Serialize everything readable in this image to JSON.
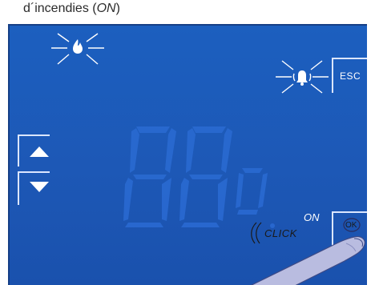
{
  "caption": {
    "prefix": "d´incendies (",
    "state": "ON",
    "suffix": ")"
  },
  "panel": {
    "esc_label": "ESC",
    "ok_label": "OK",
    "on_label": "ON",
    "click_label": "CLICK",
    "icons": {
      "fire": "fire-icon",
      "bell": "bell-icon",
      "up": "arrow-up-icon",
      "down": "arrow-down-icon",
      "finger": "pointing-finger"
    },
    "colors": {
      "panel": "#1c5fbf",
      "segment": "#2a6ad2",
      "glyph": "#ffffff"
    }
  }
}
